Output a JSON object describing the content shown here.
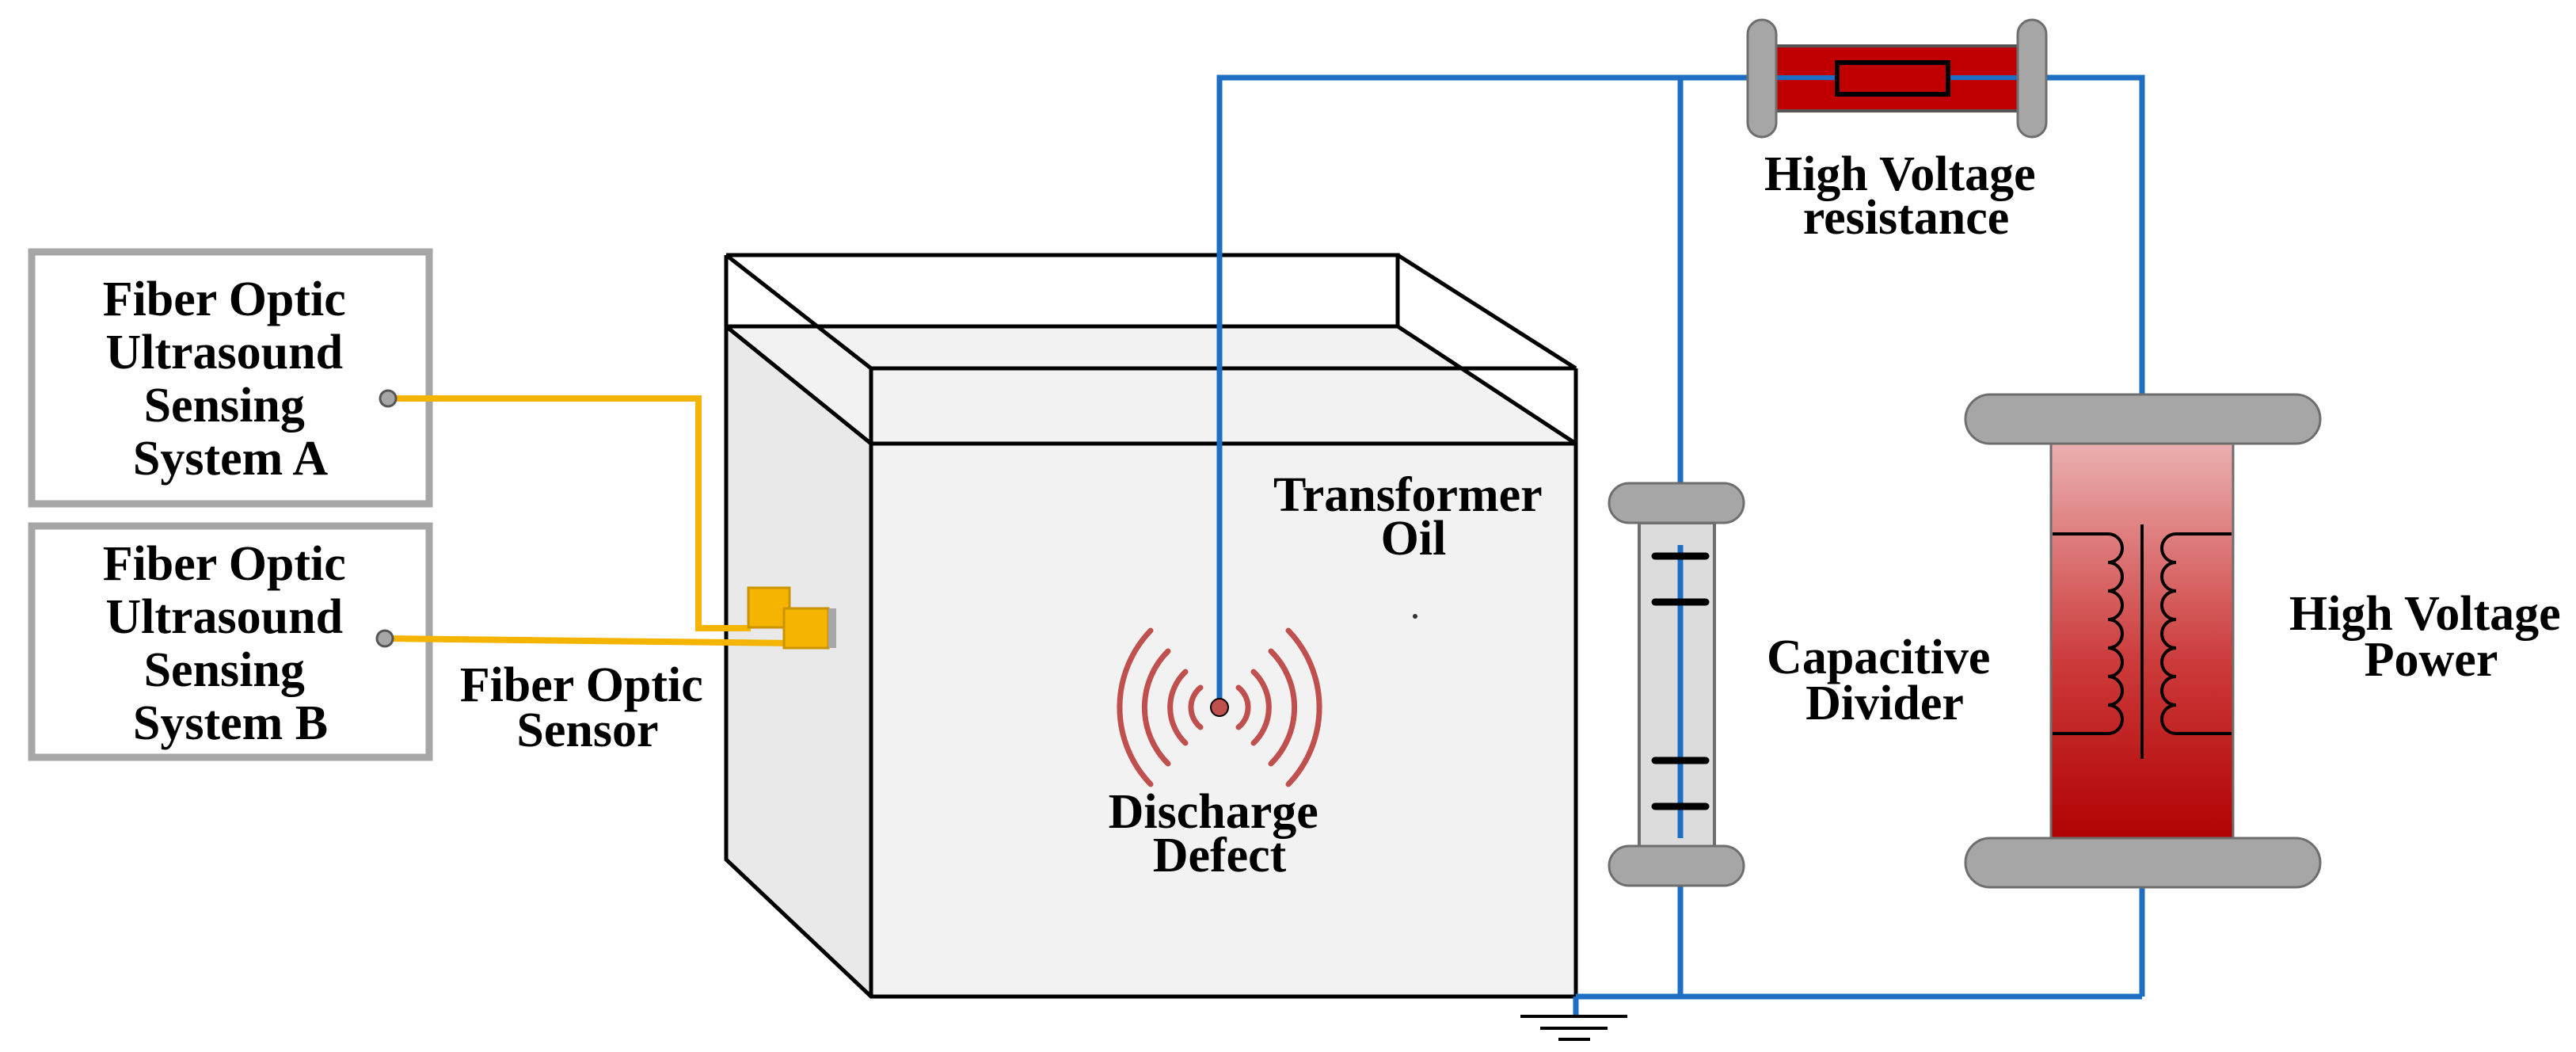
{
  "labels": {
    "system_a": [
      "Fiber Optic",
      "Ultrasound",
      "Sensing",
      "System A"
    ],
    "system_b": [
      "Fiber Optic",
      "Ultrasound",
      "Sensing",
      "System B"
    ],
    "fiber_optic_sensor": [
      "Fiber Optic",
      "Sensor"
    ],
    "transformer_oil": [
      "Transformer",
      "Oil"
    ],
    "discharge_defect": [
      "Discharge",
      "Defect"
    ],
    "hv_resistance": [
      "High Voltage",
      "resistance"
    ],
    "capacitive_divider": [
      "Capacitive",
      "Divider"
    ],
    "hv_power": [
      "High Voltage",
      "Power"
    ]
  },
  "colors": {
    "wire": "#1E6FC4",
    "fiber": "#F5B400",
    "sensor": "#F5B400",
    "resistor_body": "#C00000",
    "discharge_arcs": "#C0504D",
    "tank_fill": "#F2F2F2",
    "cap_gray": "#A6A6A6"
  },
  "icons": {
    "ground": "ground-icon",
    "discharge": "discharge-wave-icon",
    "transformer_coil": "transformer-coil-icon"
  }
}
